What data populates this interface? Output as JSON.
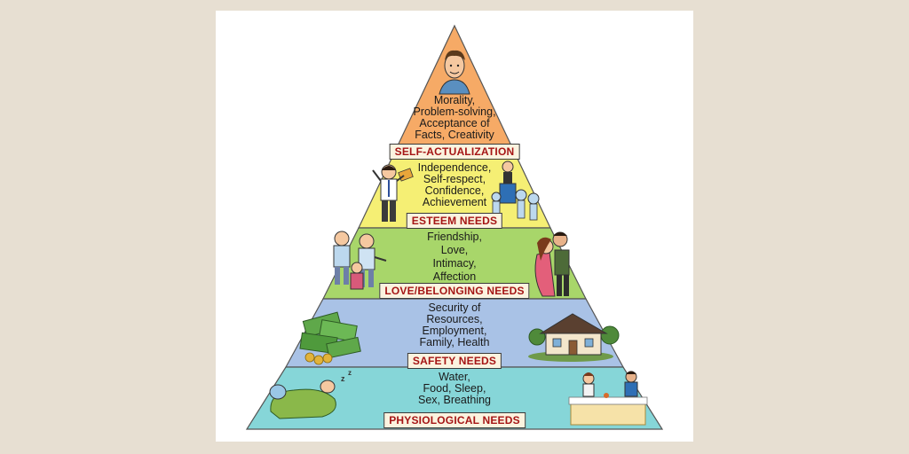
{
  "levels": [
    {
      "label": "SELF-ACTUALIZATION",
      "description": "Morality,\nProblem-solving,\nAcceptance of\nFacts, Creativity",
      "color": "#f6aa66"
    },
    {
      "label": "ESTEEM NEEDS",
      "description": "Independence,\nSelf-respect,\nConfidence,\nAchievement",
      "color": "#f5ef74"
    },
    {
      "label": "LOVE/BELONGING NEEDS",
      "description": "Friendship,\nLove,\nIntimacy,\nAffection",
      "color": "#a8d66a"
    },
    {
      "label": "SAFETY NEEDS",
      "description": "Security of\nResources,\nEmployment,\nFamily, Health",
      "color": "#a9c2e6"
    },
    {
      "label": "PHYSIOLOGICAL NEEDS",
      "description": "Water,\nFood, Sleep,\nSex, Breathing",
      "color": "#86d6d8"
    }
  ],
  "illustrations": {
    "self_actualization": "thinking-man-icon",
    "esteem_left": "cheering-businessman-icon",
    "esteem_right": "winner-podium-icon",
    "love_left": "family-group-icon",
    "love_right": "kissing-couple-icon",
    "safety_left": "money-pile-icon",
    "safety_right": "house-icon",
    "physiological_left": "sleeping-man-icon",
    "physiological_right": "dining-couple-icon"
  }
}
